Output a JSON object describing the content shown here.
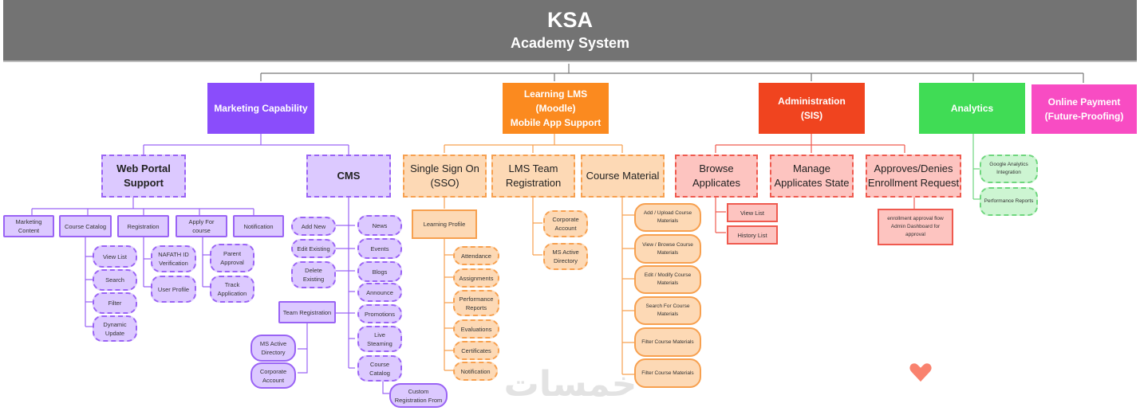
{
  "header": {
    "title": "KSA",
    "subtitle": "Academy System"
  },
  "colors": {
    "header": "#737373",
    "marketing": "#8a4dfb",
    "lms": "#fb8a1f",
    "administration": "#f0441f",
    "analytics": "#40dc55",
    "payment": "#f84cc3"
  },
  "branches": {
    "marketing": {
      "label": "Marketing Capability",
      "web_portal": {
        "label": "Web Portal Support",
        "children": {
          "marketing_content": "Marketing Content",
          "course_catalog": {
            "label": "Course Catalog",
            "items": [
              "View List",
              "Search",
              "Filter",
              "Dynamic Update"
            ]
          },
          "registration": {
            "label": "Registration",
            "items": [
              "NAFATH ID Verification",
              "User Profile"
            ]
          },
          "apply_for_course": {
            "label": "Apply For course",
            "items": [
              "Parent Approval",
              "Track Application"
            ]
          },
          "notification": "Notification"
        }
      },
      "cms": {
        "label": "CMS",
        "actions": [
          "Add New",
          "Edit Existing",
          "Delete Existing"
        ],
        "content": [
          "News",
          "Events",
          "Blogs",
          "Announce",
          "Promotions",
          "Live Steaming",
          "Course Catalog"
        ],
        "custom_registration": "Custom Registration From",
        "team_registration": {
          "label": "Team Registration",
          "items": [
            "MS Active Directory",
            "Corporate Account"
          ]
        }
      }
    },
    "lms": {
      "label_line1": "Learning LMS",
      "label_line2": "(Moodle)",
      "label_line3": "Mobile App Support",
      "sso": {
        "label": "Single Sign On (SSO)",
        "learning_profile": "Learning Profile",
        "items": [
          "Attendance",
          "Assignments",
          "Performance Reports",
          "Evaluations",
          "Certificates",
          "Notification"
        ]
      },
      "team_registration": {
        "label": "LMS Team Registration",
        "items": [
          "Corporate Account",
          "MS Active Directory"
        ]
      },
      "course_material": {
        "label": "Course Material",
        "items": [
          "Add / Upload Course Materials",
          "View / Browse Course Materials",
          "Edit / Modify Course Materials",
          "Search For Course Materials",
          "Filter Course Materials",
          "Filter Course Materials"
        ]
      }
    },
    "administration": {
      "label_line1": "Administration",
      "label_line2": "(SIS)",
      "browse": {
        "label": "Browse Applicates",
        "items": [
          "View List",
          "History List"
        ]
      },
      "manage": {
        "label": "Manage Applicates State"
      },
      "approve": {
        "label": "Approves/Denies Enrollment Request",
        "items": [
          "enrollment approval flow Admin Dashboard for approval"
        ]
      }
    },
    "analytics": {
      "label": "Analytics",
      "items": [
        "Google Analytics Integration",
        "Performance Reports"
      ]
    },
    "payment": {
      "label_line1": "Online Payment",
      "label_line2": "(Future-Proofing)"
    }
  },
  "watermark": "خمسات",
  "icons": {
    "favorite": "heart-icon"
  }
}
